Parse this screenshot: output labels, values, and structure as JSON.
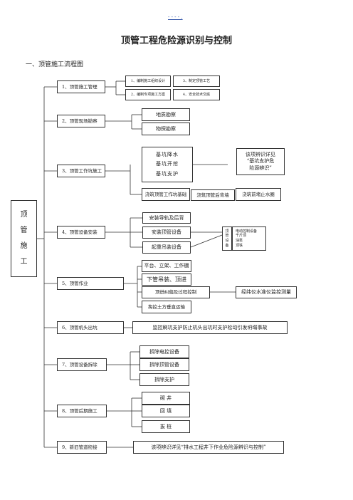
{
  "header_mark": "- - - - .",
  "title": "顶管工程危险源识别与控制",
  "section_heading": "一、顶管施工流程图",
  "root_chars": [
    "顶",
    "管",
    "施",
    "工"
  ],
  "steps": [
    {
      "label": "1、顶管施工管理"
    },
    {
      "label": "2、顶管现场勘察"
    },
    {
      "label": "3、顶管工作坑施工"
    },
    {
      "label": "4、顶管设备安装"
    },
    {
      "label": "5、顶管作业"
    },
    {
      "label": "6、顶管机头出坑"
    },
    {
      "label": "7、顶管设备拆除"
    },
    {
      "label": "8、顶管后期施工"
    },
    {
      "label": "9、新旧管道衔接"
    }
  ],
  "step1": {
    "items": [
      "1、编制施工组织设计",
      "2、编制专项施工方案",
      "3、制定顶管工艺",
      "4、安全技术交底"
    ]
  },
  "step2": {
    "items": [
      "地质勘察",
      "物探勘察"
    ]
  },
  "step3": {
    "group": [
      "基坑降水",
      "基坑开挖",
      "基坑支护"
    ],
    "note_lines": [
      "该项辨识详见",
      "“基坑支护危",
      "险源辨识”"
    ],
    "chain": [
      "浇筑顶管工作坑基础",
      "浇筑顶管后背墙",
      "浇筑前堵止水圈"
    ]
  },
  "step4": {
    "items": [
      "安装导轨及后背",
      "安装顶管设备",
      "起重吊装设备"
    ],
    "equip_label": [
      "顶",
      "管",
      "设",
      "备"
    ],
    "equip_list": [
      "电动控制设备",
      "千斤顶",
      "油泵",
      "顶铁"
    ]
  },
  "step5": {
    "items": [
      "平台、立架、工作棚",
      "下管吊装、顶进",
      "顶进纠偏及过程控制",
      "掏挖土方垂直运输"
    ],
    "note": "经纬仪水准仪监控测量"
  },
  "step6": {
    "note": "监控刷坑支护防止机头出坑时支护松动引发坍塌事故"
  },
  "step7": {
    "items": [
      "拆除电控设备",
      "拆除顶管设备",
      "拆除支护"
    ]
  },
  "step8": {
    "items": [
      "砌 井",
      "回 填",
      "拔 桩"
    ]
  },
  "step9": {
    "note": "该项辨识详见“排水工程井下作业危险源辨识与控制”"
  }
}
